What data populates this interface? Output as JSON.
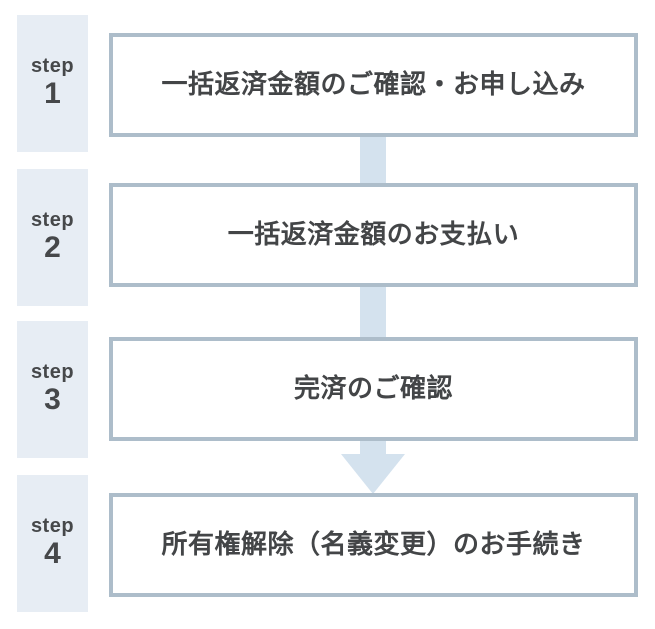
{
  "diagram": {
    "type": "vertical-step-flow",
    "step_count": 4
  },
  "steps": [
    {
      "step_word": "step",
      "number": "1",
      "label": "一括返済金額のご確認・お申し込み"
    },
    {
      "step_word": "step",
      "number": "2",
      "label": "一括返済金額のお支払い"
    },
    {
      "step_word": "step",
      "number": "3",
      "label": "完済のご確認"
    },
    {
      "step_word": "step",
      "number": "4",
      "label": "所有権解除（名義変更）のお手続き"
    }
  ],
  "icons": {
    "arrow_down": "arrow-down-icon"
  },
  "colors": {
    "background": "#ffffff",
    "step_label_bg": "#e7edf4",
    "step_label_text": "#46484a",
    "box_bg": "#ffffff",
    "box_border": "#adbdca",
    "box_text": "#434547",
    "connector": "#d4e2ee"
  }
}
